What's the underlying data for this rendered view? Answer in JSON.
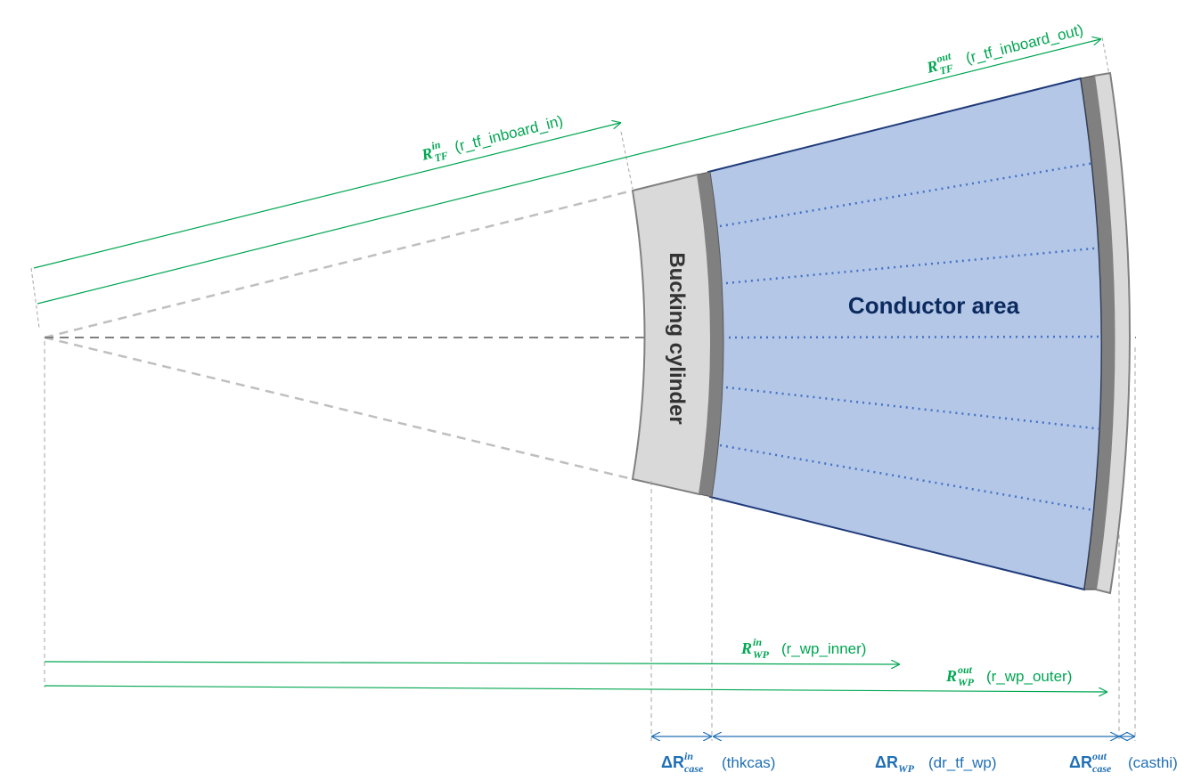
{
  "regions": {
    "bucking_cylinder": "Bucking cylinder",
    "conductor_area": "Conductor area"
  },
  "radii": {
    "r_tf_inboard_in": {
      "symbol": "R",
      "sup": "in",
      "sub": "TF",
      "name": "(r_tf_inboard_in)"
    },
    "r_tf_inboard_out": {
      "symbol": "R",
      "sup": "out",
      "sub": "TF",
      "name": "(r_tf_inboard_out)"
    },
    "r_wp_inner": {
      "symbol": "R",
      "sup": "in",
      "sub": "WP",
      "name": "(r_wp_inner)"
    },
    "r_wp_outer": {
      "symbol": "R",
      "sup": "out",
      "sub": "WP",
      "name": "(r_wp_outer)"
    }
  },
  "thicknesses": {
    "thkcas": {
      "symbol": "ΔR",
      "sup": "in",
      "sub": "case",
      "name": "(thkcas)"
    },
    "dr_tf_wp": {
      "symbol": "ΔR",
      "sub": "WP",
      "name": "(dr_tf_wp)"
    },
    "casthi": {
      "symbol": "ΔR",
      "sup": "out",
      "sub": "case",
      "name": "(casthi)"
    }
  },
  "colors": {
    "green_dim": "#00a651",
    "blue_dim": "#1f6fb5",
    "conductor_fill": "#b4c7e7",
    "conductor_edge": "#1f3a7a",
    "casing_light": "#d9d9d9",
    "casing_dark": "#808080",
    "dotted": "#4472c4",
    "label_dark": "#0b2a5e"
  }
}
